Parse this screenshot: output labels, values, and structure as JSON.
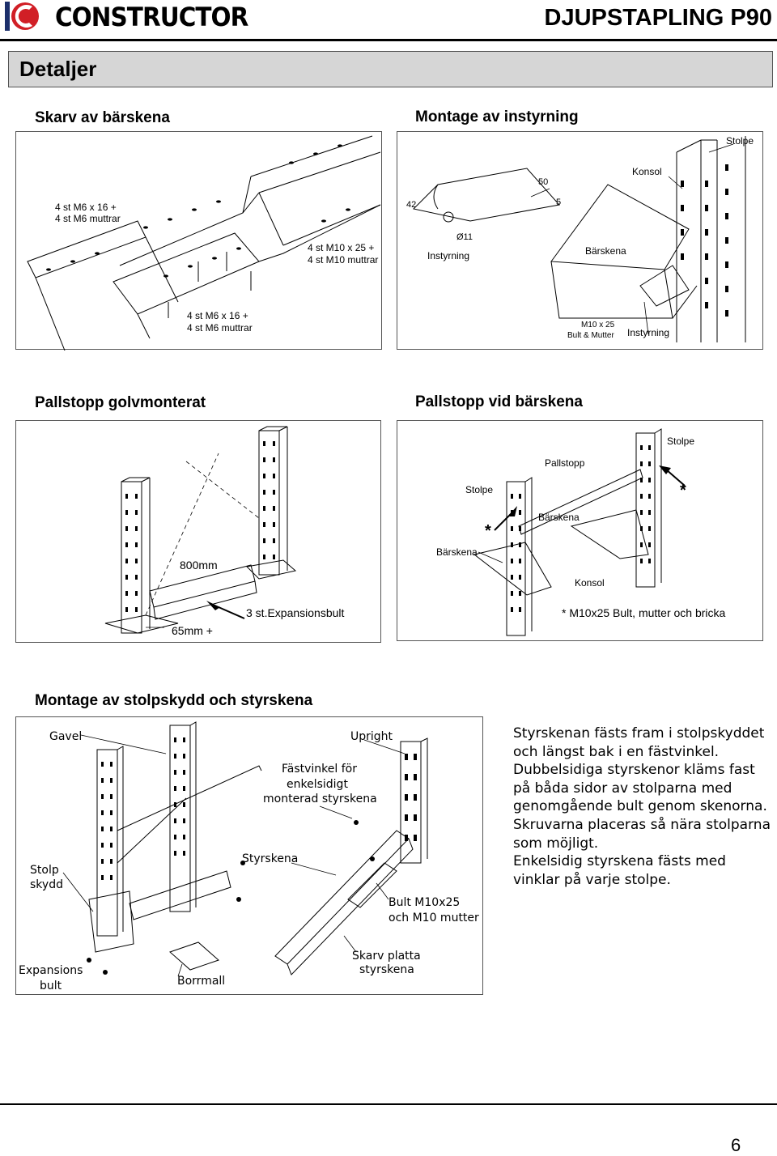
{
  "header": {
    "brand": "CONSTRUCTOR",
    "doc_title": "DJUPSTAPLING P90",
    "brand_color": "#d11f26"
  },
  "banner": {
    "title": "Detaljer"
  },
  "sections": {
    "skarv": {
      "title": "Skarv av bärskena",
      "labels": {
        "a1": "4 st M6 x 16 +",
        "a2": "4 st M6 muttrar",
        "b1": "4 st M10 x 25 +",
        "b2": "4 st M10 muttrar",
        "c1": "4 st M6 x 16 +",
        "c2": "4 st M6 muttrar"
      }
    },
    "instyrning": {
      "title": "Montage av instyrning",
      "labels": {
        "stolpe": "Stolpe",
        "konsol": "Konsol",
        "d50": "50",
        "d42": "42",
        "d5": "5",
        "d11": "Ø11",
        "instyrning1": "Instyrning",
        "barskena": "Bärskena",
        "m10": "M10 x 25",
        "bult": "Bult & Mutter",
        "instyrning2": "Instyrning"
      }
    },
    "golv": {
      "title": "Pallstopp golvmonterat",
      "labels": {
        "len": "800mm",
        "height": "65mm +",
        "bolt": "3 st.Expansionsbult"
      }
    },
    "barskena_stopp": {
      "title": "Pallstopp vid bärskena",
      "labels": {
        "stolpe1": "Stolpe",
        "pallstopp": "Pallstopp",
        "stolpe2": "Stolpe",
        "star": "*",
        "barskena1": "Bärskena",
        "barskena2": "Bärskena",
        "konsol": "Konsol",
        "note": "* M10x25 Bult, mutter och bricka"
      }
    },
    "stolpskydd": {
      "title": "Montage av stolpskydd och styrskena",
      "labels": {
        "gavel": "Gavel",
        "upright": "Upright",
        "fastvinkel1": "Fästvinkel för",
        "fastvinkel2": "enkelsidigt",
        "fastvinkel3": "monterad styrskena",
        "styrskena": "Styrskena",
        "stolp1": "Stolp",
        "stolp2": "skydd",
        "bult1": "Bult M10x25",
        "bult2": "och M10 mutter",
        "exp1": "Expansions",
        "exp2": "bult",
        "borrmall": "Borrmall",
        "skarv1": "Skarv platta",
        "skarv2": "styrskena"
      }
    }
  },
  "description": [
    "Styrskenan fästs fram i stolpskyddet och längst bak i en fästvinkel.",
    "Dubbelsidiga styrskenor kläms fast på båda sidor av stolparna med genomgående bult genom skenorna.",
    "Skruvarna placeras så nära stolparna som möjligt.",
    "Enkelsidig styrskena fästs med vinklar på varje stolpe."
  ],
  "footer": {
    "page_number": "6"
  }
}
